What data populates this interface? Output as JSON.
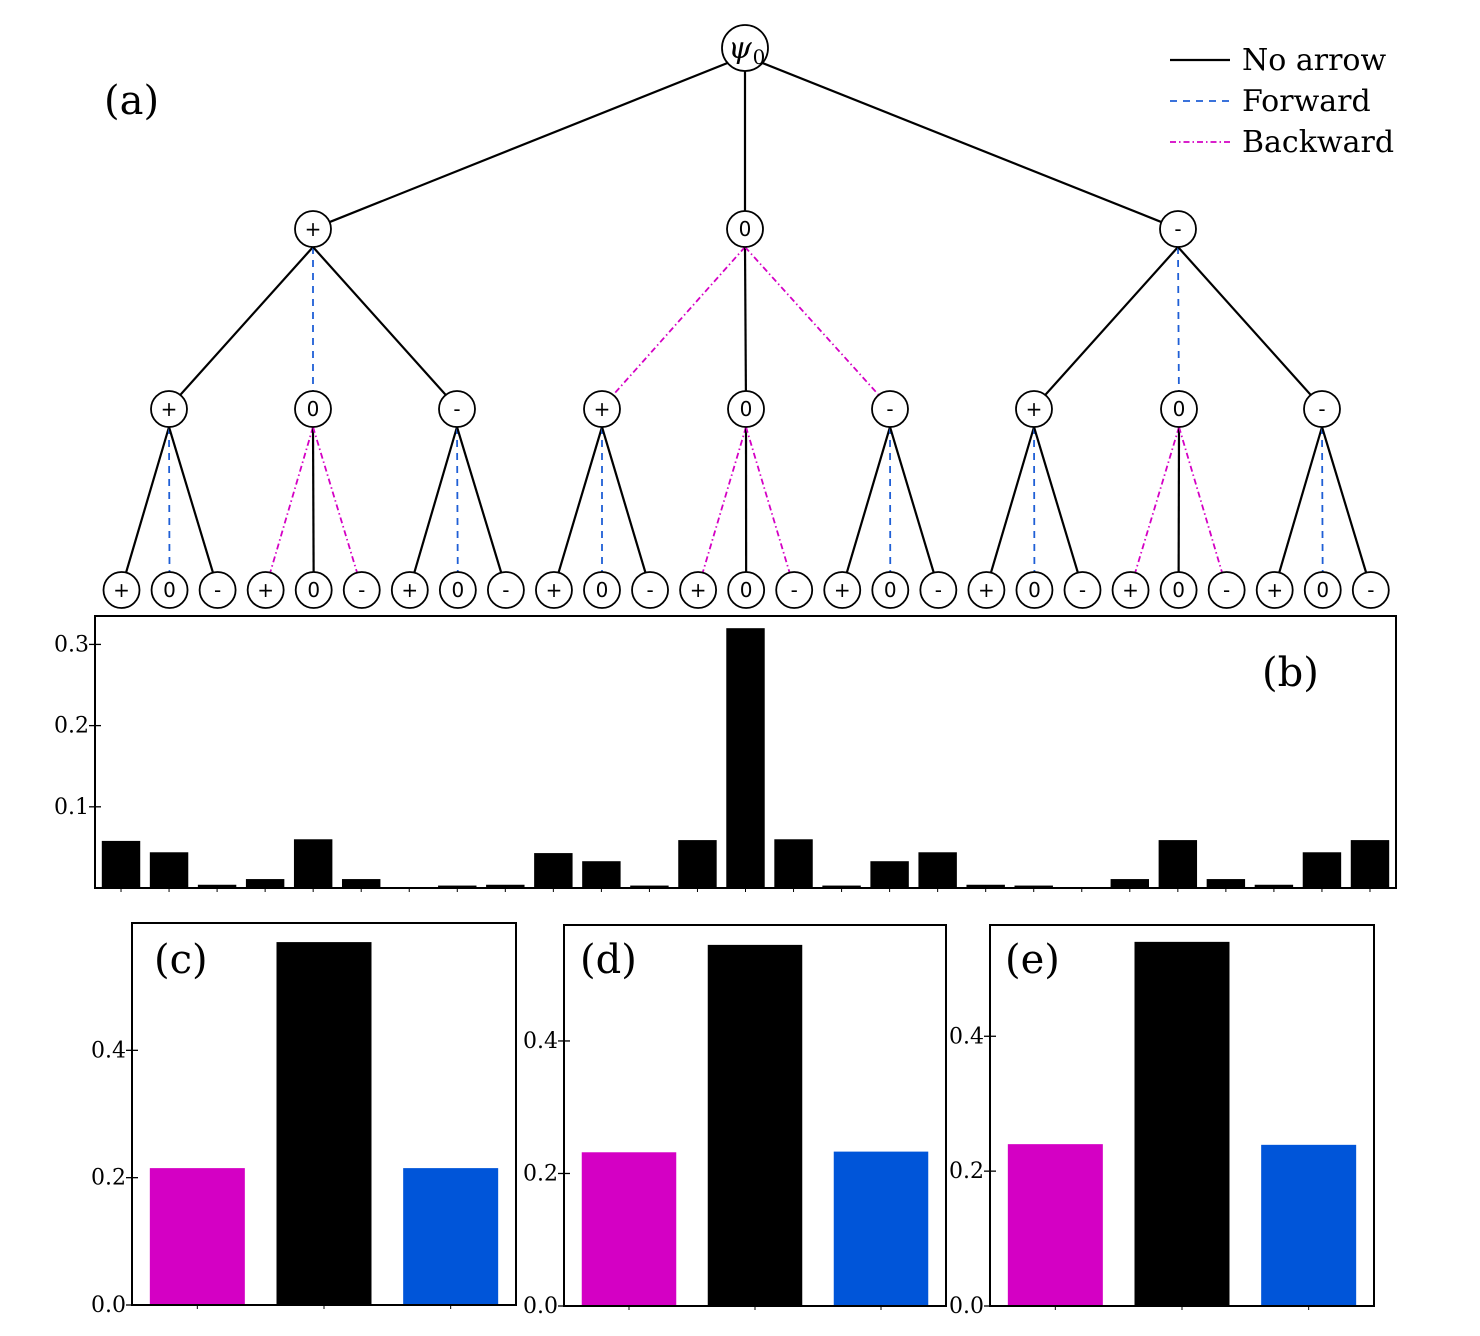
{
  "panel_a": {
    "label": "(a)",
    "root_label": "ψ",
    "root_subscript": "0",
    "level1": [
      "+",
      "0",
      "-"
    ],
    "level2": [
      "+",
      "0",
      "-",
      "+",
      "0",
      "-",
      "+",
      "0",
      "-"
    ],
    "level3": [
      "+",
      "0",
      "-",
      "+",
      "0",
      "-",
      "+",
      "0",
      "-",
      "+",
      "0",
      "-",
      "+",
      "0",
      "-",
      "+",
      "0",
      "-",
      "+",
      "0",
      "-",
      "+",
      "0",
      "-",
      "+",
      "0",
      "-"
    ],
    "legend": [
      {
        "label": "No arrow",
        "style": "solid",
        "color": "#000000"
      },
      {
        "label": "Forward",
        "style": "dashed",
        "color": "#1f5fd6"
      },
      {
        "label": "Backward",
        "style": "dashdot",
        "color": "#d400c4"
      }
    ],
    "level1_edge_styles": [
      "solid",
      "solid",
      "solid"
    ],
    "level2_edge_styles": [
      "solid",
      "dashed",
      "solid",
      "dashdot",
      "solid",
      "dashdot",
      "solid",
      "dashed",
      "solid"
    ],
    "level3_edge_styles": [
      "solid",
      "dashed",
      "solid",
      "dashdot",
      "solid",
      "dashdot",
      "solid",
      "dashed",
      "solid",
      "solid",
      "dashed",
      "solid",
      "dashdot",
      "solid",
      "dashdot",
      "solid",
      "dashed",
      "solid",
      "solid",
      "dashed",
      "solid",
      "dashdot",
      "solid",
      "dashdot",
      "solid",
      "dashed",
      "solid"
    ]
  },
  "chart_data": [
    {
      "panel": "(b)",
      "type": "bar",
      "values": [
        0.058,
        0.044,
        0.004,
        0.011,
        0.06,
        0.011,
        0.001,
        0.003,
        0.004,
        0.043,
        0.033,
        0.003,
        0.059,
        0.32,
        0.06,
        0.003,
        0.033,
        0.044,
        0.004,
        0.003,
        0.001,
        0.011,
        0.059,
        0.011,
        0.004,
        0.044,
        0.059
      ],
      "colors": [
        "#000000"
      ],
      "ylim": [
        0,
        0.335
      ],
      "yticks": [
        0.1,
        0.2,
        0.3
      ],
      "ytick_labels": [
        "0.1",
        "0.2",
        "0.3"
      ]
    },
    {
      "panel": "(c)",
      "type": "bar",
      "values": [
        0.215,
        0.57,
        0.215
      ],
      "colors": [
        "#d400c4",
        "#000000",
        "#0055d9"
      ],
      "ylim": [
        0,
        0.6
      ],
      "yticks": [
        0.0,
        0.2,
        0.4
      ],
      "ytick_labels": [
        "0.0",
        "0.2",
        "0.4"
      ]
    },
    {
      "panel": "(d)",
      "type": "bar",
      "values": [
        0.232,
        0.545,
        0.233
      ],
      "colors": [
        "#d400c4",
        "#000000",
        "#0055d9"
      ],
      "ylim": [
        0,
        0.575
      ],
      "yticks": [
        0.0,
        0.2,
        0.4
      ],
      "ytick_labels": [
        "0.0",
        "0.2",
        "0.4"
      ]
    },
    {
      "panel": "(e)",
      "type": "bar",
      "values": [
        0.24,
        0.54,
        0.239
      ],
      "colors": [
        "#d400c4",
        "#000000",
        "#0055d9"
      ],
      "ylim": [
        0,
        0.565
      ],
      "yticks": [
        0.0,
        0.2,
        0.4
      ],
      "ytick_labels": [
        "0.0",
        "0.2",
        "0.4"
      ]
    }
  ]
}
